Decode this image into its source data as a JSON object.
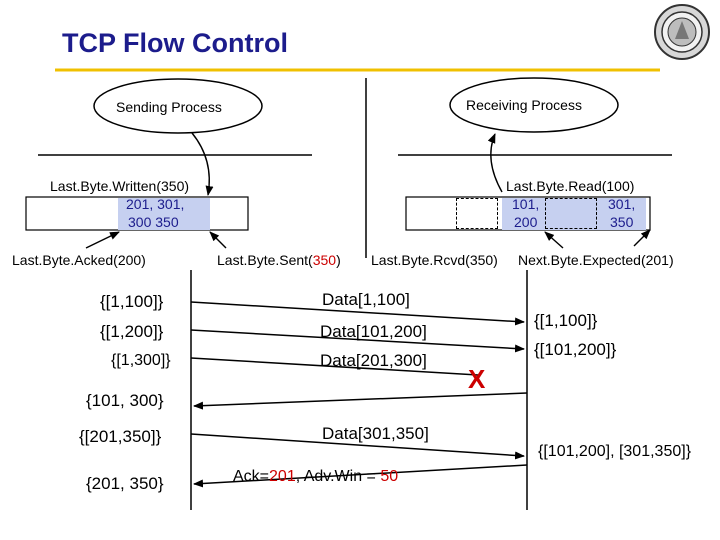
{
  "title": "TCP Flow Control",
  "sending_process": "Sending Process",
  "receiving_process": "Receiving Process",
  "sender": {
    "last_byte_written": "Last.Byte.Written(350)",
    "buffer_row1": "201,   301,",
    "buffer_row2": "300    350",
    "last_byte_acked": "Last.Byte.Acked(200)",
    "last_byte_sent_pre": "Last.Byte.Sent(",
    "last_byte_sent_val": "350",
    "last_byte_sent_post": ")"
  },
  "receiver": {
    "last_byte_read": "Last.Byte.Read(100)",
    "buffer_row1_a": "101,",
    "buffer_row1_b": "301,",
    "buffer_row2_a": "200",
    "buffer_row2_b": "350",
    "last_byte_rcvd": "Last.Byte.Rcvd(350)",
    "next_byte_expected": "Next.Byte.Expected(201)"
  },
  "sender_states": [
    "{[1,100]}",
    "{[1,200]}",
    "{[1,300]}",
    "{101, 300}",
    "{[201,350]}",
    "{201, 350}"
  ],
  "messages": [
    "Data[1,100]",
    "Data[101,200]",
    "Data[201,300]",
    "Data[301,350]"
  ],
  "ack": {
    "pre": "Ack=",
    "ack_val": "201",
    "mid": ", Adv.Win = ",
    "win_val": "50"
  },
  "receiver_states": [
    "{[1,100]}",
    "{[101,200]}",
    "{[101,200], [301,350]}"
  ],
  "loss_mark": "X",
  "colors": {
    "title": "#1c1c8c",
    "underline": "#f0c000",
    "buffer": "#c6d0f0",
    "highlight": "#cc0000"
  }
}
